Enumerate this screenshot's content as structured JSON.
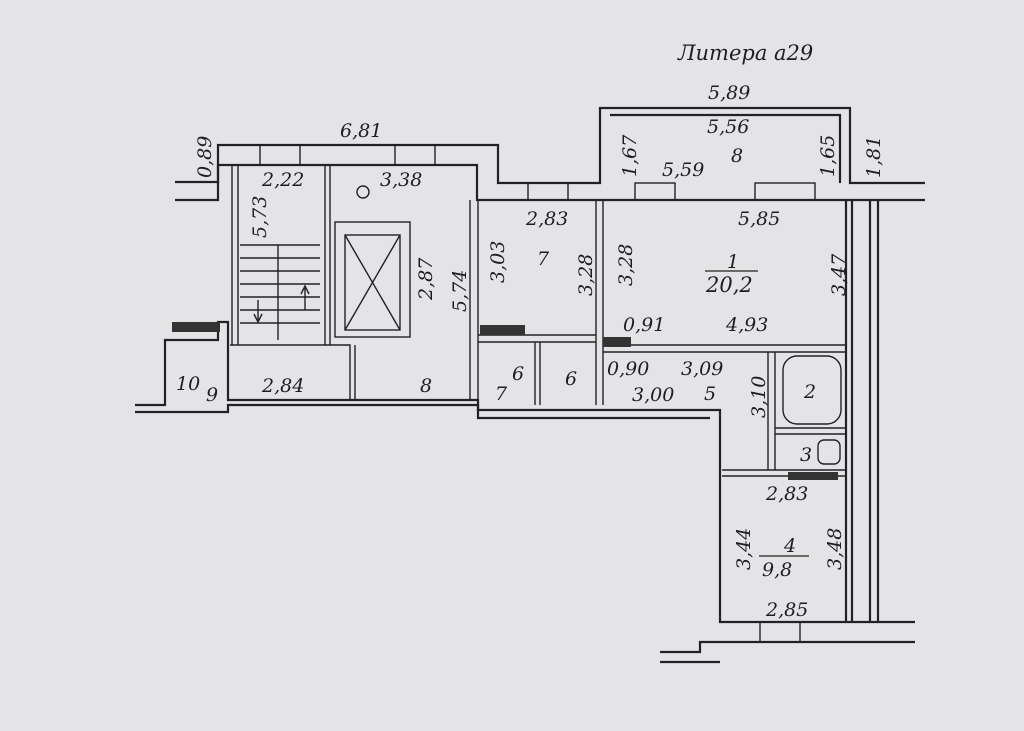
{
  "title": "Литера а29",
  "dims": {
    "d589": "5,89",
    "d556": "5,56",
    "d167": "1,67",
    "d165": "1,65",
    "d181": "1,81",
    "d559": "5,59",
    "d681": "6,81",
    "d089": "0,89",
    "d222": "2,22",
    "d338": "3,38",
    "d573": "5,73",
    "d287": "2,87",
    "d574": "5,74",
    "d283a": "2,83",
    "d303": "3,03",
    "d328a": "3,28",
    "d328b": "3,28",
    "d585": "5,85",
    "d347": "3,47",
    "d091": "0,91",
    "d493": "4,93",
    "d090": "0,90",
    "d309": "3,09",
    "d300": "3,00",
    "d310": "3,10",
    "d284": "2,84",
    "d283b": "2,83",
    "d344": "3,44",
    "d348": "3,48",
    "d285": "2,85"
  },
  "rooms": {
    "r1_num": "1",
    "r1_area": "20,2",
    "r2": "2",
    "r3": "3",
    "r4_num": "4",
    "r4_area": "9,8",
    "r5": "5",
    "r6a": "6",
    "r6b": "6",
    "r7a": "7",
    "r7b": "7",
    "r8a": "8",
    "r8b": "8",
    "r9": "9",
    "r10": "10"
  }
}
